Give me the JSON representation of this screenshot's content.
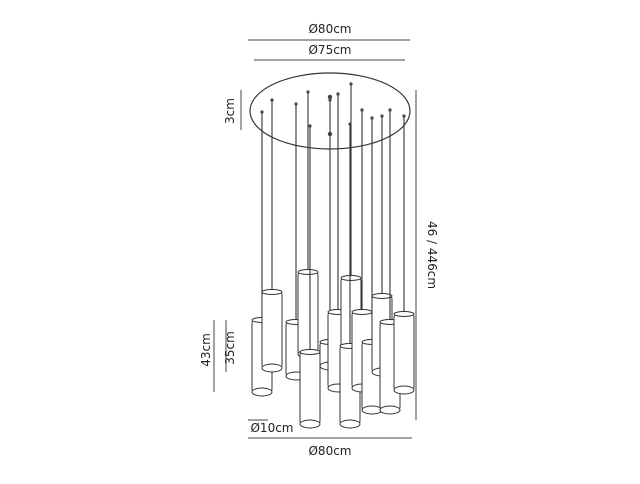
{
  "dimensions": {
    "top_outer_diameter": "Ø80cm",
    "top_inner_diameter": "Ø75cm",
    "canopy_thickness": "3cm",
    "drop_height": "46 / 446cm",
    "pendant_long_height": "43cm",
    "pendant_short_height": "35cm",
    "pendant_diameter": "Ø10cm",
    "bottom_diameter": "Ø80cm"
  },
  "colors": {
    "line": "#333333",
    "dimension_line": "#444444",
    "text": "#222222",
    "background": "#ffffff"
  }
}
